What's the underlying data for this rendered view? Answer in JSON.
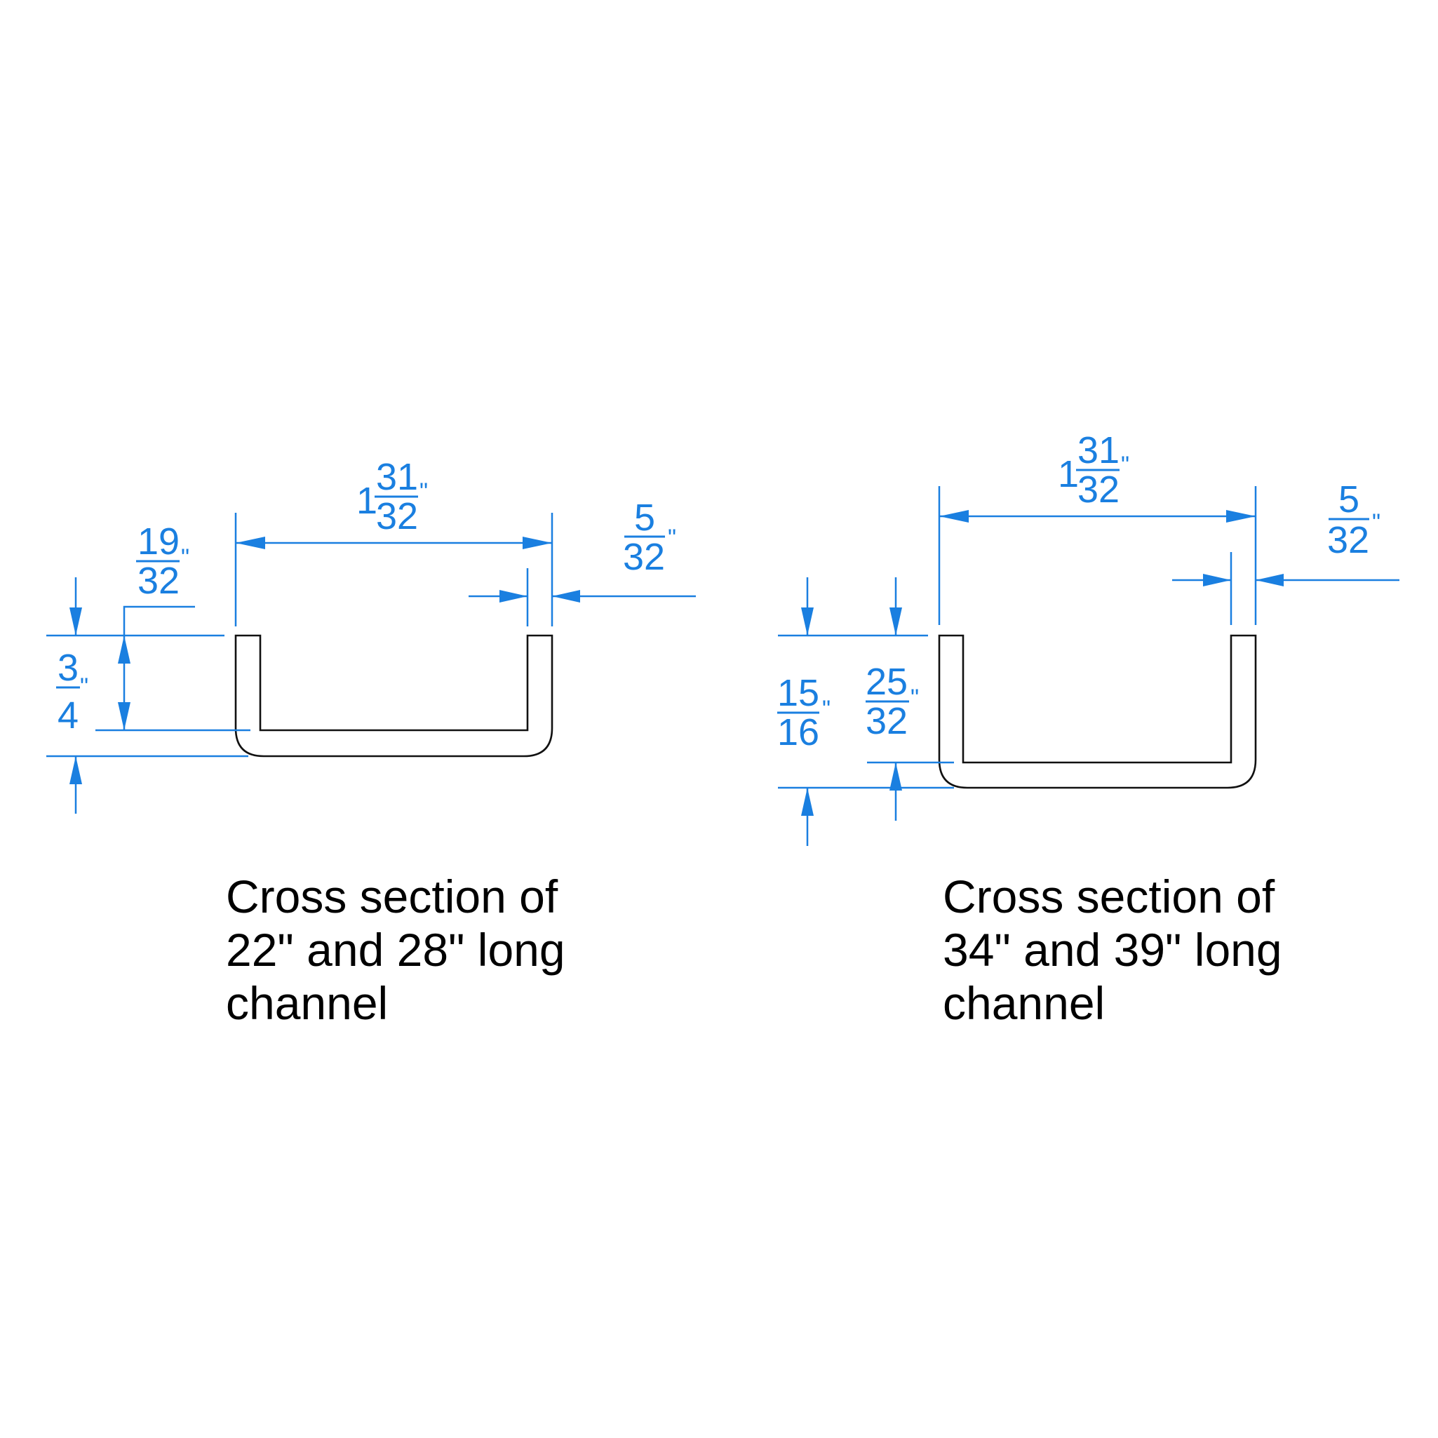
{
  "colors": {
    "dimension": "#1a7fe0",
    "outline": "#111111",
    "background": "#ffffff",
    "caption": "#000000"
  },
  "left_section": {
    "caption": "Cross section of\n22\" and 28\" long\nchannel",
    "width": {
      "whole": "1",
      "num": "31",
      "den": "32",
      "unit": "\""
    },
    "wall": {
      "num": "5",
      "den": "32",
      "unit": "\""
    },
    "inner_depth": {
      "num": "19",
      "den": "32",
      "unit": "\""
    },
    "outer_height": {
      "num": "3",
      "den": "4",
      "unit": "\""
    }
  },
  "right_section": {
    "caption": "Cross section of\n34\" and 39\" long\nchannel",
    "width": {
      "whole": "1",
      "num": "31",
      "den": "32",
      "unit": "\""
    },
    "wall": {
      "num": "5",
      "den": "32",
      "unit": "\""
    },
    "inner_depth": {
      "num": "25",
      "den": "32",
      "unit": "\""
    },
    "outer_height": {
      "num": "15",
      "den": "16",
      "unit": "\""
    }
  }
}
